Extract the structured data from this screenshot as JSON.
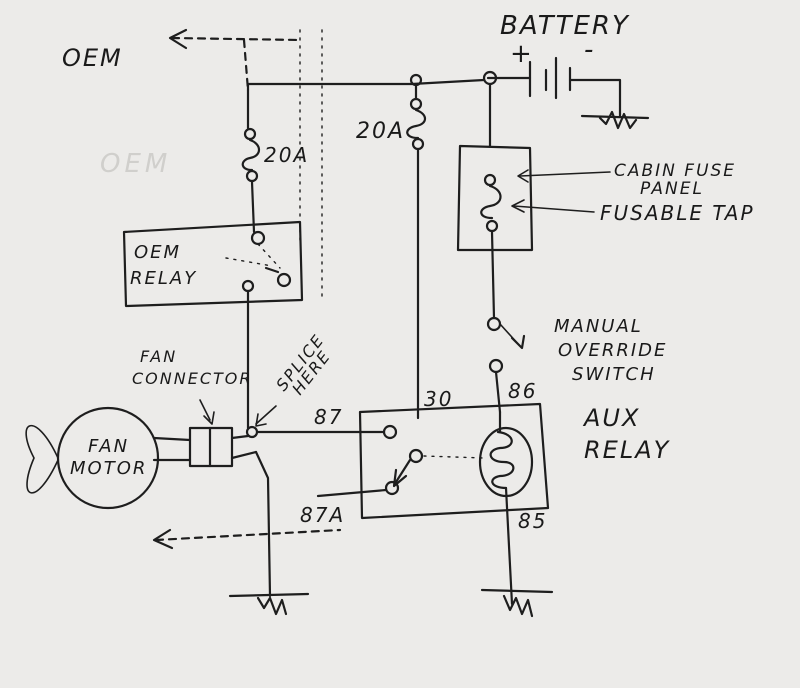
{
  "labels": {
    "battery": "BATTERY",
    "plus": "+",
    "minus": "-",
    "oem_top": "OEM",
    "oem_faint": "OEM",
    "fuse_left": "20A",
    "fuse_mid": "20A",
    "oem_relay_1": "OEM",
    "oem_relay_2": "RELAY",
    "cabin_fuse_1": "CABIN FUSE",
    "cabin_fuse_2": "PANEL",
    "fusable_tap": "FUSABLE TAP",
    "manual_1": "MANUAL",
    "manual_2": "OVERRIDE",
    "manual_3": "SWITCH",
    "fan_conn_1": "FAN",
    "fan_conn_2": "CONNECTOR",
    "splice_1": "SPLICE",
    "splice_2": "HERE",
    "fan_motor_1": "FAN",
    "fan_motor_2": "MOTOR",
    "aux_1": "AUX",
    "aux_2": "RELAY",
    "pin_87": "87",
    "pin_30": "30",
    "pin_86": "86",
    "pin_87a": "87A",
    "pin_85": "85"
  }
}
